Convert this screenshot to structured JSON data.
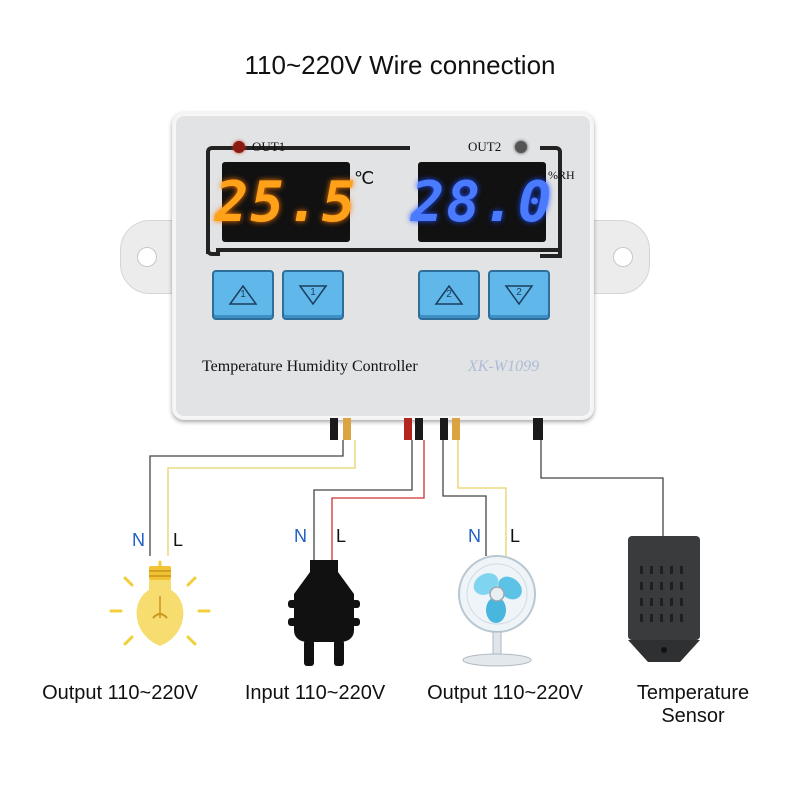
{
  "title": "110~220V Wire connection",
  "device": {
    "out1_label": "OUT1",
    "out2_label": "OUT2",
    "unit1": "℃",
    "unit2": "%RH",
    "display1": "25.5",
    "display2": "28.0",
    "display1_color": "#ffa21a",
    "display2_color": "#4a7bff",
    "button_labels": [
      "1",
      "1",
      "2",
      "2"
    ],
    "name": "Temperature Humidity Controller",
    "model": "XK-W1099"
  },
  "wire_labels": {
    "n": "N",
    "l": "L",
    "n_color": "#1f5fc4"
  },
  "outputs": [
    {
      "caption": "Output 110~220V",
      "icon": "light-bulb-icon"
    },
    {
      "caption": "Input 110~220V",
      "icon": "power-plug-icon"
    },
    {
      "caption": "Output 110~220V",
      "icon": "desk-fan-icon"
    },
    {
      "caption": "Temperature Sensor",
      "icon": "humidity-sensor-icon"
    }
  ]
}
